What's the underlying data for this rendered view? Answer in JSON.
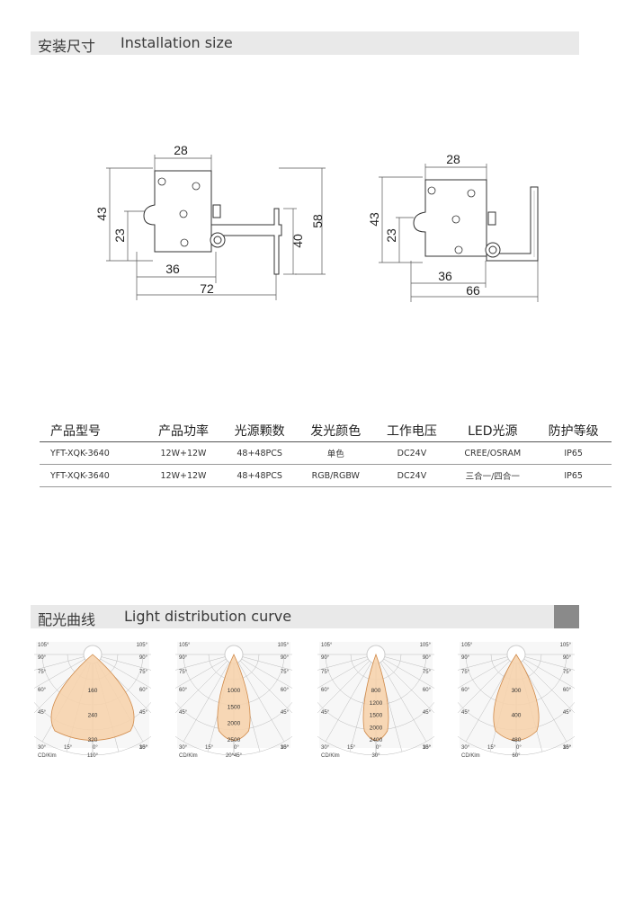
{
  "install": {
    "title_zh": "安装尺寸",
    "title_en": "Installation size",
    "drawing1": {
      "top": "28",
      "height_total": "43",
      "height_inner": "23",
      "width_bottom": "36",
      "width_total": "72",
      "bracket_inner": "40",
      "bracket_outer": "58"
    },
    "drawing2": {
      "top": "28",
      "height_total": "43",
      "height_inner": "23",
      "width_bottom": "36",
      "width_total": "66"
    }
  },
  "spec_table": {
    "headers": [
      "产品型号",
      "产品功率",
      "光源颗数",
      "发光颜色",
      "工作电压",
      "LED光源",
      "防护等级"
    ],
    "rows": [
      [
        "YFT-XQK-3640",
        "12W+12W",
        "48+48PCS",
        "单色",
        "DC24V",
        "CREE/OSRAM",
        "IP65"
      ],
      [
        "YFT-XQK-3640",
        "12W+12W",
        "48+48PCS",
        "RGB/RGBW",
        "DC24V",
        "三合一/四合一",
        "IP65"
      ]
    ]
  },
  "light": {
    "title_zh": "配光曲线",
    "title_en": "Light distribution curve",
    "curves": [
      {
        "labels": [
          "160",
          "240",
          "320"
        ],
        "beam": "110°",
        "unit": "CD/Klm",
        "beam_deg": 110
      },
      {
        "labels": [
          "1000",
          "1500",
          "2000",
          "2500"
        ],
        "beam": "20*45°",
        "unit": "CD/Klm",
        "beam_deg": 20
      },
      {
        "labels": [
          "800",
          "1200",
          "1500",
          "2000",
          "2400"
        ],
        "beam": "30°",
        "unit": "CD/Klm",
        "beam_deg": 14
      },
      {
        "labels": [
          "300",
          "400",
          "480"
        ],
        "beam": "60°",
        "unit": "CD/Klm",
        "beam_deg": 30
      }
    ],
    "angle_labels": {
      "a105": "105°",
      "a90": "90°",
      "a75": "75°",
      "a60": "60°",
      "a45": "45°",
      "a30": "30°",
      "a15": "15°",
      "a0": "0°"
    },
    "fill_color": "#f6d3ad",
    "stroke_color": "#d08a4a"
  }
}
